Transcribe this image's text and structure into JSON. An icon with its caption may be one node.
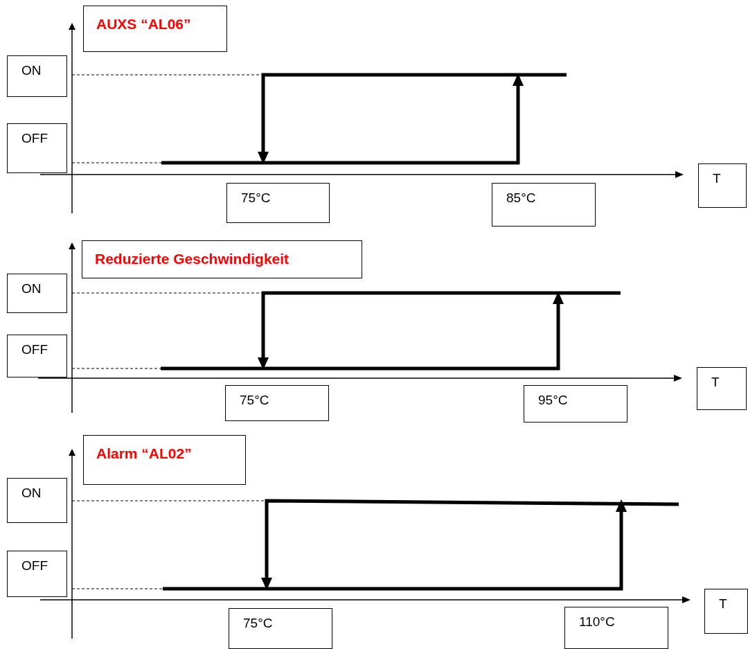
{
  "diagram": {
    "nodes": [
      {
        "text": [
          "AUXS “AL06”"
        ]
      },
      {
        "text": [
          "ON"
        ]
      },
      {
        "text": [
          "OFF"
        ]
      },
      {
        "text": [
          "T"
        ]
      },
      {
        "text": [
          "75°C"
        ]
      },
      {
        "text": [
          "85°C"
        ]
      },
      {
        "text": [
          "Reduzierte Geschwindigkeit"
        ]
      },
      {
        "text": [
          "ON"
        ]
      },
      {
        "text": [
          "OFF"
        ]
      },
      {
        "text": [
          "T"
        ]
      },
      {
        "text": [
          "75°C"
        ]
      },
      {
        "text": [
          "95°C"
        ]
      },
      {
        "text": [
          "Alarm “AL02”"
        ]
      },
      {
        "text": [
          "ON"
        ]
      },
      {
        "text": [
          "OFF"
        ]
      },
      {
        "text": [
          "T"
        ]
      },
      {
        "text": [
          "75°C"
        ]
      },
      {
        "text": [
          "110°C"
        ]
      }
    ]
  }
}
